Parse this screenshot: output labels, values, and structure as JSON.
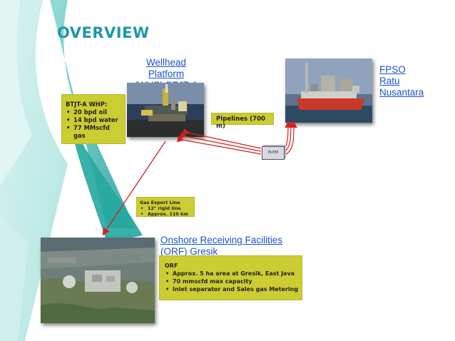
{
  "page": {
    "title": "OVERVIEW"
  },
  "wellhead": {
    "label_line1": "Wellhead Platform",
    "label_line2": "(WHP) BTJT-A"
  },
  "fpso": {
    "label_line1": "FPSO",
    "label_line2": "Ratu",
    "label_line3": "Nusantara"
  },
  "whp_box": {
    "title": "BTJT-A WHP:",
    "items": [
      "20 bpd oil",
      "14 bpd   water",
      "77 MMscfd gas"
    ]
  },
  "pipelines": {
    "label": "Pipelines (700 m)"
  },
  "plem": {
    "label": "PLEM"
  },
  "gas_export": {
    "title": "Gas Export Line",
    "items": [
      "12\" rigid line",
      "Approx. 110 km"
    ]
  },
  "orf": {
    "label_line1": "Onshore Receiving Facilities",
    "label_line2": "(ORF) Gresik"
  },
  "orf_box": {
    "title": "ORF",
    "items": [
      "Approx. 5 ha area at Gresik, East Java",
      "70 mmscfd max capacity",
      "Inlet separator and Sales gas Metering"
    ]
  },
  "colors": {
    "title_teal": "#1f97a6",
    "link_blue": "#1a53c9",
    "box_yellow": "#cccc33",
    "arrow_red": "#d42020"
  }
}
